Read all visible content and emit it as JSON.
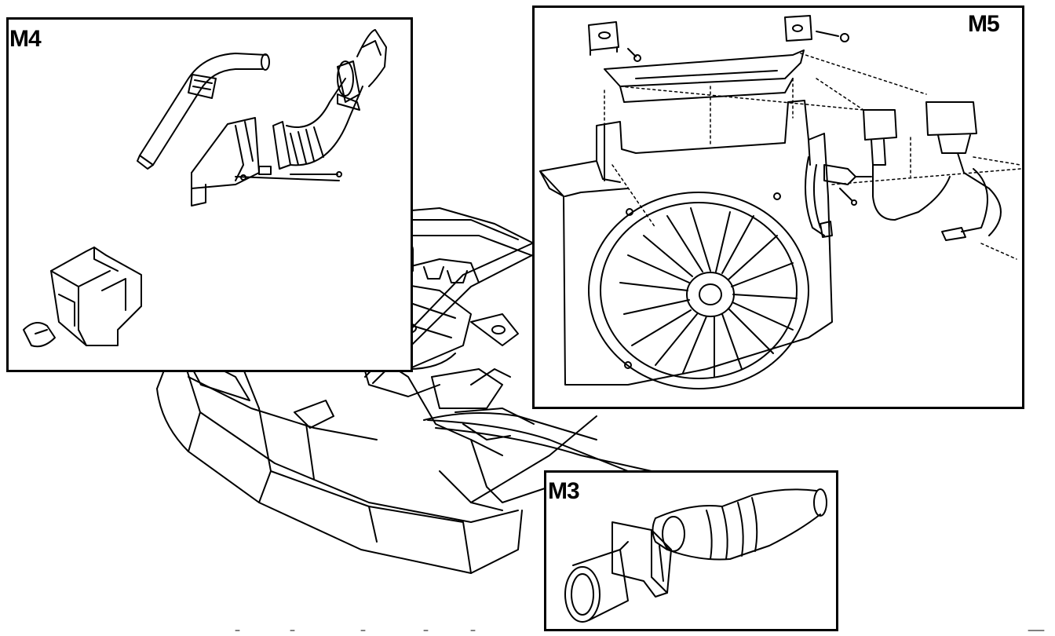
{
  "panels": {
    "m4": {
      "label": "M4"
    },
    "m5": {
      "label": "M5"
    },
    "m3": {
      "label": "M3"
    }
  },
  "colors": {
    "line": "#000000",
    "background": "#ffffff"
  }
}
